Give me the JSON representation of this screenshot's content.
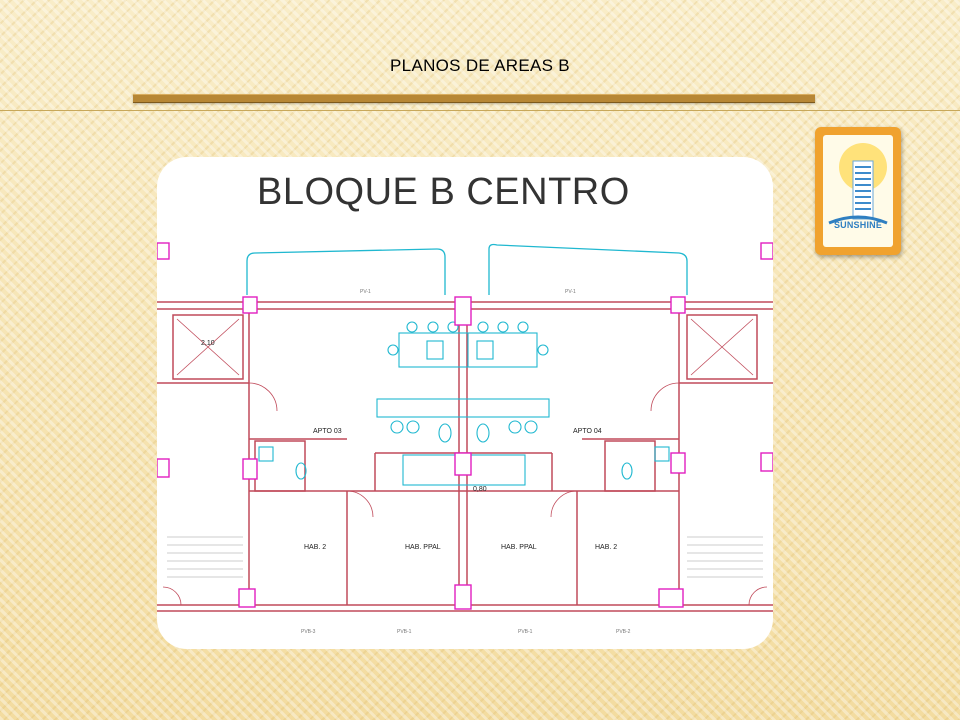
{
  "slide": {
    "title": "PLANOS DE AREAS B"
  },
  "logo": {
    "name": "SUNSHINE"
  },
  "plan": {
    "title": "BLOQUE B CENTRO",
    "labels": {
      "apto_left": "APTO 03",
      "apto_right": "APTO 04",
      "hab_2_left": "HAB. 2",
      "hab_ppal_left": "HAB. PPAL",
      "hab_ppal_right": "HAB. PPAL",
      "hab_2_right": "HAB. 2",
      "dim_left": "2,10",
      "dim_center": "0,80",
      "pv_left": "PV-1",
      "pv_right": "PV-1",
      "pvb_1": "PVB-3",
      "pvb_2": "PVB-1",
      "pvb_3": "PVB-1",
      "pvb_4": "PVB-2"
    }
  },
  "colors": {
    "background": "#f7e7b8",
    "rule": "#b78735",
    "wall": "#c04a5a",
    "column": "#e020c0",
    "fixture": "#20b8d0",
    "logo_border": "#f0a22e"
  }
}
